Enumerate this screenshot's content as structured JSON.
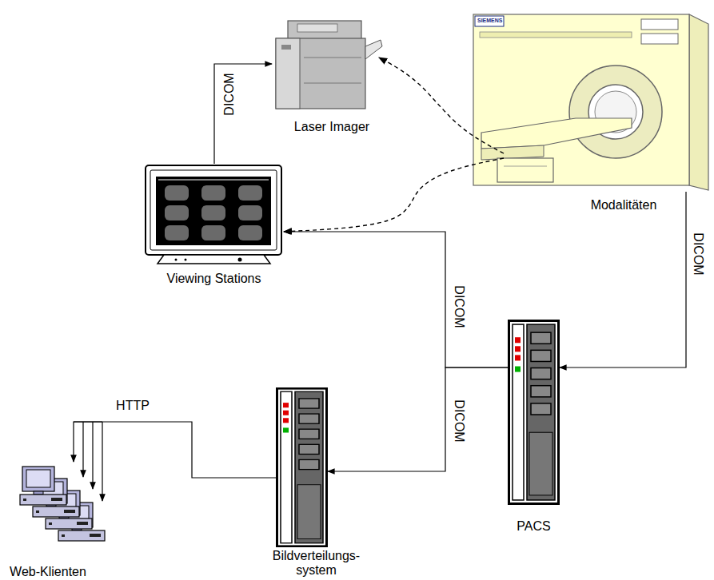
{
  "diagram": {
    "nodes": [
      {
        "text": [
          "Laser Imager"
        ]
      },
      {
        "text": [
          "Modalitäten"
        ]
      },
      {
        "text": [
          "Viewing Stations"
        ]
      },
      {
        "text": [
          "PACS"
        ]
      },
      {
        "text": [
          "Web-Klienten"
        ]
      },
      {
        "text": [
          "Bildverteilungs- system"
        ]
      }
    ],
    "edges": [
      {
        "from": 2,
        "to": 0,
        "label": "DICOM",
        "arrow": "to"
      },
      {
        "from": 1,
        "to": 0,
        "arrow": "to"
      },
      {
        "from": 1,
        "to": 2,
        "arrow": "to"
      },
      {
        "from": 1,
        "to": 3,
        "label": "DICOM",
        "arrow": "to"
      },
      {
        "from": 3,
        "to": 2,
        "label": "DICOM",
        "arrow": "to"
      },
      {
        "from": 3,
        "to": 5,
        "label": "DICOM",
        "arrow": "to"
      },
      {
        "from": 5,
        "to": 4,
        "label": "HTTP",
        "arrow": "to"
      }
    ],
    "labels": [
      "SIEMENS"
    ]
  }
}
